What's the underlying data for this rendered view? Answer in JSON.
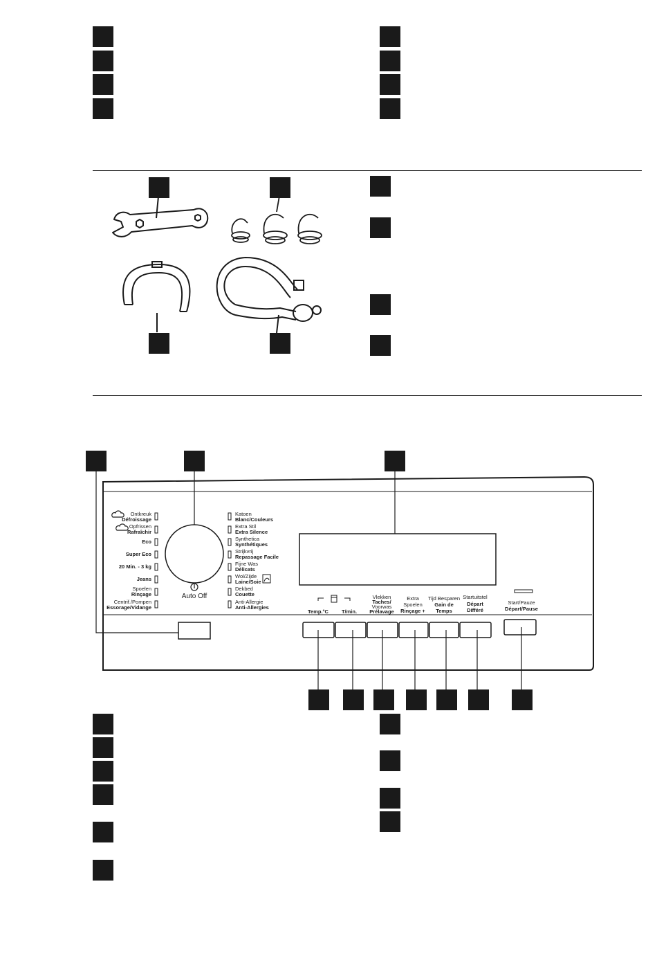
{
  "panel": {
    "programs_left": [
      {
        "nl": "Ontkreuk",
        "fr": "Défroissage"
      },
      {
        "nl": "Opfrissen",
        "fr": "Rafraîchir"
      },
      {
        "nl": "",
        "fr": "Eco"
      },
      {
        "nl": "",
        "fr": "Super Eco"
      },
      {
        "nl": "",
        "fr": "20 Min. - 3 kg"
      },
      {
        "nl": "",
        "fr": "Jeans"
      },
      {
        "nl": "Spoelen",
        "fr": "Rinçage"
      },
      {
        "nl": "Centrif./Pompen",
        "fr": "Essorage/Vidange"
      }
    ],
    "programs_right": [
      {
        "nl": "Katoen",
        "fr": "Blanc/Couleurs"
      },
      {
        "nl": "Extra Stil",
        "fr": "Extra Silence"
      },
      {
        "nl": "Synthetica",
        "fr": "Synthétiques"
      },
      {
        "nl": "Strijkvrij",
        "fr": "Repassage Facile"
      },
      {
        "nl": "Fijne Was",
        "fr": "Délicats"
      },
      {
        "nl": "Wol/Zijde",
        "fr": "Laine/Soie"
      },
      {
        "nl": "Dekbed",
        "fr": "Couette"
      },
      {
        "nl": "Anti-Allergie",
        "fr": "Anti-Allergies"
      }
    ],
    "auto_off": "Auto Off",
    "buttons": {
      "temp": {
        "fr": "Temp.°C"
      },
      "spin": {
        "fr": "T/min."
      },
      "stain": {
        "l1": "Vlekken",
        "l2": "Taches/",
        "l3": "Voorwas",
        "l4": "Prélavage"
      },
      "rinse": {
        "l1": "Extra",
        "l2": "Spoelen",
        "l3": "Rinçage +"
      },
      "time": {
        "l1": "Tijd Besparen",
        "l2": "Gain de",
        "l3": "Temps"
      },
      "delay": {
        "l1": "Startuitstel",
        "l2": "Départ",
        "l3": "Différé"
      },
      "start": {
        "l1": "Start/Pauze",
        "l2": "Départ/Pause"
      }
    }
  }
}
